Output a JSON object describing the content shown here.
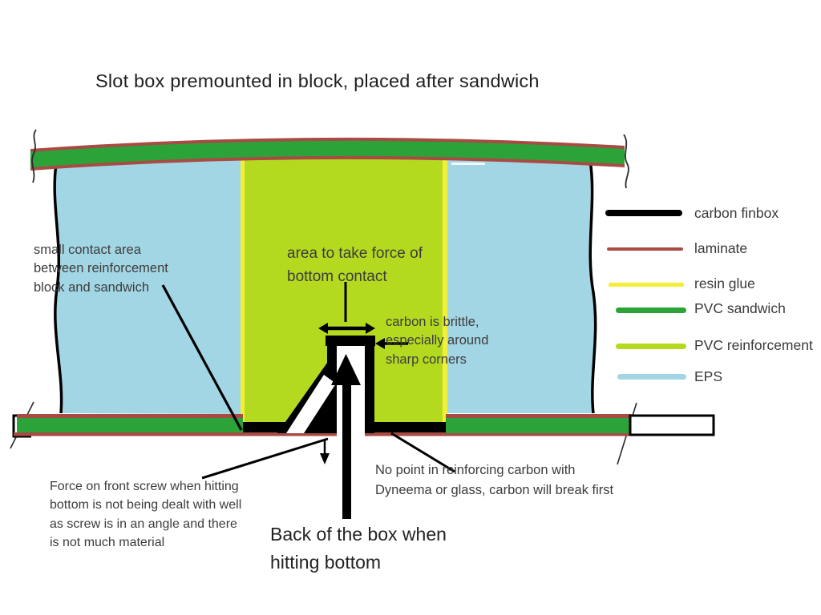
{
  "title": "Slot box premounted in block, placed after sandwich",
  "palette": {
    "black": "#000000",
    "laminate": "#a84b44",
    "sandwich_green": "#2ba338",
    "reinforcement_green": "#b4da20",
    "resin_yellow": "#f2ef39",
    "eps_blue": "#a3d6e4",
    "white": "#ffffff",
    "line_dark": "#2a2a2a"
  },
  "annotations": {
    "small_contact": "small contact area between reinforcement block and sandwich",
    "area_force": "area to take force of bottom contact",
    "carbon_brittle": "carbon is brittle, especially around sharp corners",
    "force_screw": "Force on front screw when hitting bottom is not being dealt with well as screw is in an angle and there is not much material",
    "no_point": "No point in reinforcing carbon with Dyneema or glass, carbon will break first",
    "back_box": "Back of the box when hitting bottom"
  },
  "legend": {
    "items": [
      {
        "label": "carbon finbox",
        "color": "#000000"
      },
      {
        "label": "laminate",
        "color": "#a84b44"
      },
      {
        "label": "resin glue",
        "color": "#f2ef39"
      },
      {
        "label": "PVC sandwich",
        "color": "#2ba338"
      },
      {
        "label": "PVC reinforcement",
        "color": "#b4da20"
      },
      {
        "label": "EPS",
        "color": "#a3d6e4"
      }
    ]
  }
}
